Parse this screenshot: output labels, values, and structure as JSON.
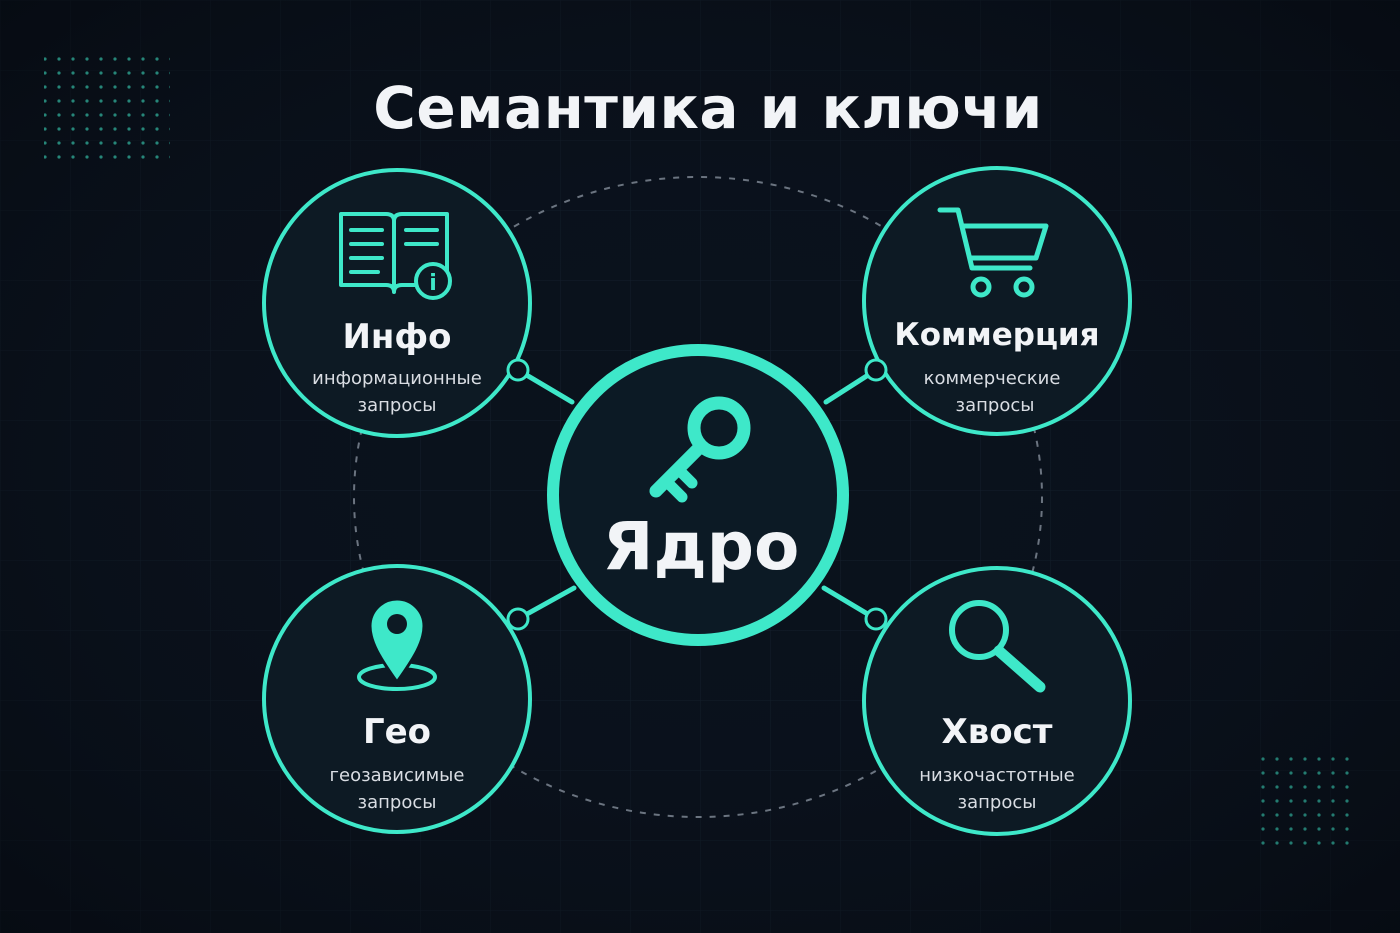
{
  "title": "Семантика и ключи",
  "colors": {
    "background": "#0a111c",
    "accent": "#3ee8c9",
    "node_fill": "#0d1a24",
    "text": "#f2f4f7",
    "dashed_orbit": "#6b7480"
  },
  "core": {
    "label": "Ядро",
    "icon": "key-icon"
  },
  "nodes": {
    "info": {
      "title": "Инфо",
      "subtitle_line1": "информационные",
      "subtitle_line2": "запросы",
      "icon": "book-info-icon"
    },
    "commerce": {
      "title": "Коммерция",
      "subtitle_line1": "коммерческие",
      "subtitle_line2": "запросы",
      "icon": "shopping-cart-icon"
    },
    "geo": {
      "title": "Гео",
      "subtitle_line1": "геозависимые",
      "subtitle_line2": "запросы",
      "icon": "map-pin-icon"
    },
    "tail": {
      "title": "Хвост",
      "subtitle_line1": "низкочастотные",
      "subtitle_line2": "запросы",
      "icon": "magnifier-icon"
    }
  }
}
